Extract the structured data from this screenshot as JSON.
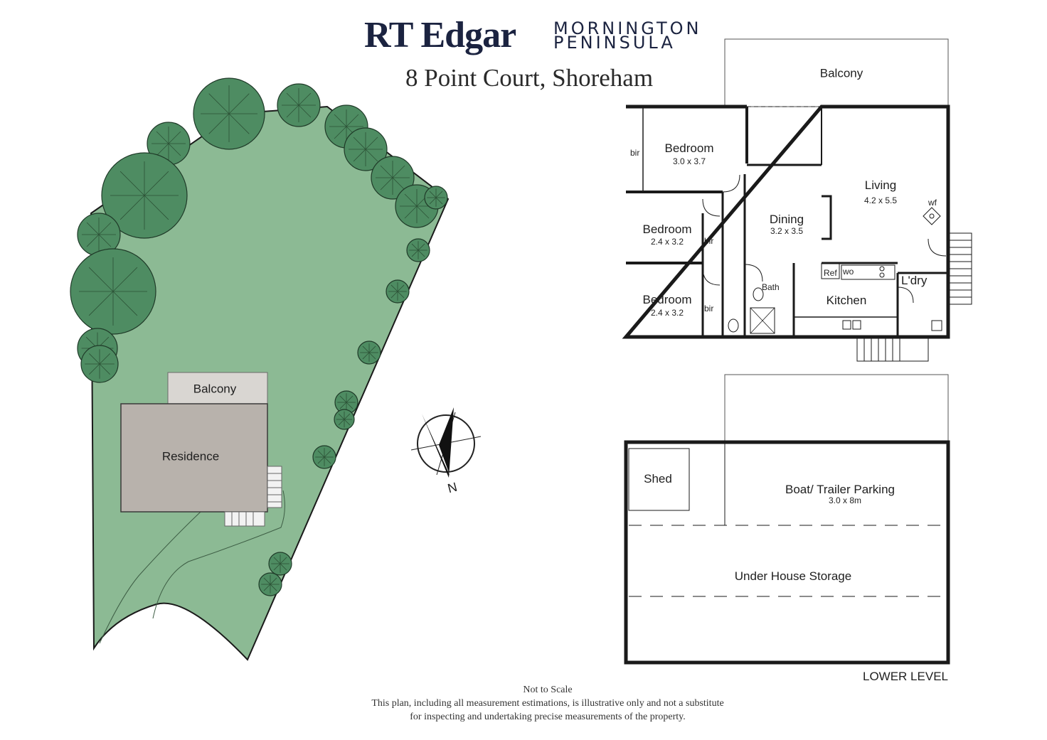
{
  "header": {
    "brand": "RT Edgar",
    "region_line1": "MORNINGTON",
    "region_line2": "PENINSULA",
    "address": "8 Point Court, Shoreham"
  },
  "site_plan": {
    "balcony": "Balcony",
    "residence": "Residence"
  },
  "compass": {
    "north": "N"
  },
  "upper_level": {
    "balcony": "Balcony",
    "bir": "bir",
    "bedroom1": {
      "name": "Bedroom",
      "dims": "3.0 x 3.7"
    },
    "bedroom2": {
      "name": "Bedroom",
      "dims": "2.4 x 3.2"
    },
    "bedroom3": {
      "name": "Bedroom",
      "dims": "2.4 x 3.2"
    },
    "dining": {
      "name": "Dining",
      "dims": "3.2 x 3.5"
    },
    "living": {
      "name": "Living",
      "dims": "4.2 x 5.5"
    },
    "wf": "wf",
    "ref": "Ref",
    "wo": "wo",
    "bath": "Bath",
    "kitchen": "Kitchen",
    "laundry": "L'dry"
  },
  "lower_level": {
    "shed": "Shed",
    "boat_parking": {
      "name": "Boat/ Trailer Parking",
      "dims": "3.0 x 8m"
    },
    "storage": "Under House Storage",
    "label": "LOWER LEVEL"
  },
  "disclaimer": {
    "line1": "Not to Scale",
    "line2": "This plan, including all measurement estimations, is illustrative only and not a substitute",
    "line3": "for inspecting and undertaking precise measurements of the property."
  },
  "colors": {
    "lawn": "#8cba94",
    "tree": "#4e8c62",
    "residence": "#b8b2ac",
    "brand": "#1b2340"
  }
}
